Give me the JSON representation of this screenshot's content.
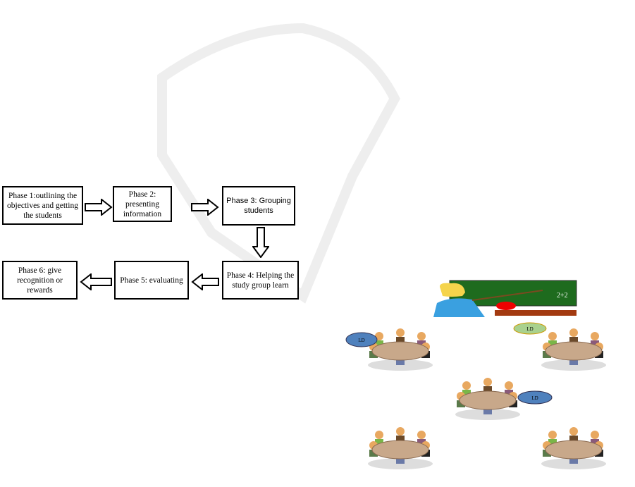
{
  "watermark": {
    "title": "SCITEPRESS",
    "subtitle": "SCIENCE AND TECHNOLOGY PUBLICATIONS"
  },
  "flow": {
    "phases": [
      {
        "label": "Phase 1:outlining the objectives and getting the students"
      },
      {
        "label": "Phase 2: presenting information"
      },
      {
        "label": "Phase 3: Grouping students"
      },
      {
        "label": "Phase 4: Helping the study group learn"
      },
      {
        "label": "Phase 5: evaluating"
      },
      {
        "label": "Phase 6: give recognition or rewards"
      }
    ]
  },
  "classroom": {
    "bubbles": [
      {
        "text": "LD",
        "color": "#4f81bd"
      },
      {
        "text": "LD",
        "color": "#a9d18e"
      },
      {
        "text": "LD",
        "color": "#4f81bd"
      }
    ]
  }
}
